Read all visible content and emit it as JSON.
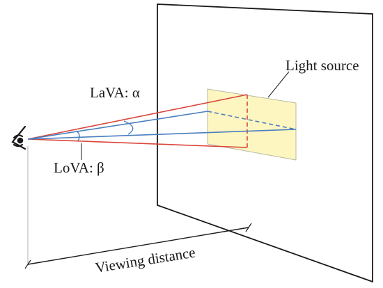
{
  "labels": {
    "light_source": "Light source",
    "lava": "LaVA: α",
    "lova": "LoVA: β",
    "viewing_distance": "Viewing distance"
  },
  "colors": {
    "outline": "#1a1a1a",
    "red_rays": "#d9453a",
    "blue_rays": "#4a7ebf",
    "grey_ray": "#b8b8b8",
    "light_fill": "#fdf6c0",
    "light_border": "#b8b8a0"
  },
  "icons": {
    "observer": "eye-icon"
  }
}
